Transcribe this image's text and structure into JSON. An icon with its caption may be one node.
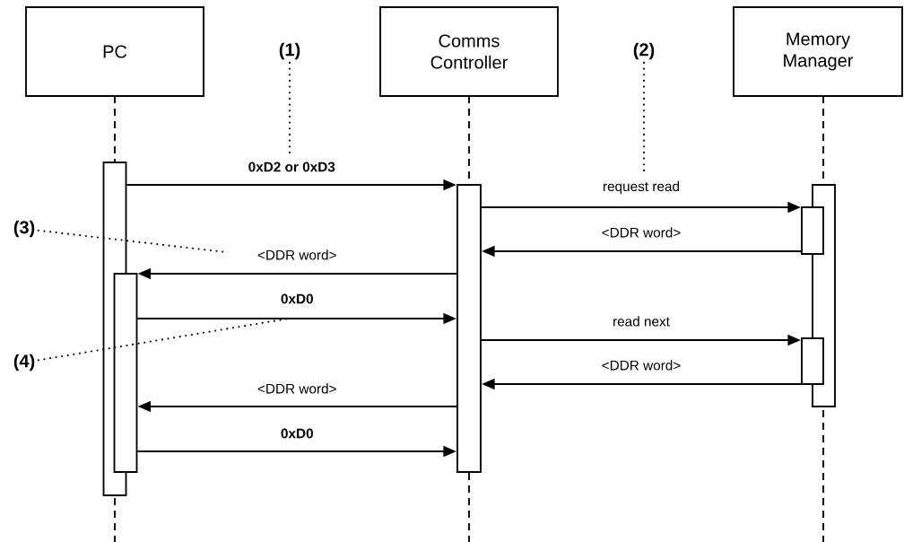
{
  "diagram": {
    "nodes": [
      {
        "text": [
          "PC"
        ]
      },
      {
        "text": [
          "Comms Controller"
        ]
      },
      {
        "text": [
          "Memory Manager"
        ]
      },
      {
        "text": [],
        "shape": "bar"
      },
      {
        "text": [],
        "shape": "bar"
      },
      {
        "text": [],
        "shape": "bar"
      },
      {
        "text": [],
        "shape": "bar"
      },
      {
        "text": [],
        "shape": "bar"
      },
      {
        "text": [],
        "shape": "bar"
      },
      {
        "text": [
          "(1)"
        ]
      },
      {
        "text": [
          "(2)"
        ]
      },
      {
        "text": [
          "(3)"
        ]
      },
      {
        "text": [
          "(4)"
        ]
      }
    ],
    "edges": [
      {
        "from": 3,
        "to": 5,
        "arrow": "to",
        "label": "**0xD2 or 0xD3**"
      },
      {
        "from": 5,
        "to": 7,
        "arrow": "to",
        "label": "request read"
      },
      {
        "from": 7,
        "to": 5,
        "arrow": "to",
        "label": "<DDR word>"
      },
      {
        "from": 5,
        "to": 4,
        "arrow": "to",
        "label": "<DDR word>"
      },
      {
        "from": 4,
        "to": 5,
        "arrow": "to",
        "label": "**0xD0**"
      },
      {
        "from": 5,
        "to": 8,
        "arrow": "to",
        "label": "read next"
      },
      {
        "from": 8,
        "to": 5,
        "arrow": "to",
        "label": "<DDR word>"
      },
      {
        "from": 5,
        "to": 4,
        "arrow": "to",
        "label": "<DDR word>"
      },
      {
        "from": 4,
        "to": 5,
        "arrow": "to",
        "label": "**0xD0**"
      },
      {
        "from": 9,
        "to": null,
        "arrow": "none",
        "style": "dashed"
      },
      {
        "from": 10,
        "to": null,
        "arrow": "none",
        "style": "dashed"
      },
      {
        "from": 11,
        "to": null,
        "arrow": "none",
        "style": "dashed"
      },
      {
        "from": 12,
        "to": null,
        "arrow": "none",
        "style": "dashed"
      }
    ]
  }
}
